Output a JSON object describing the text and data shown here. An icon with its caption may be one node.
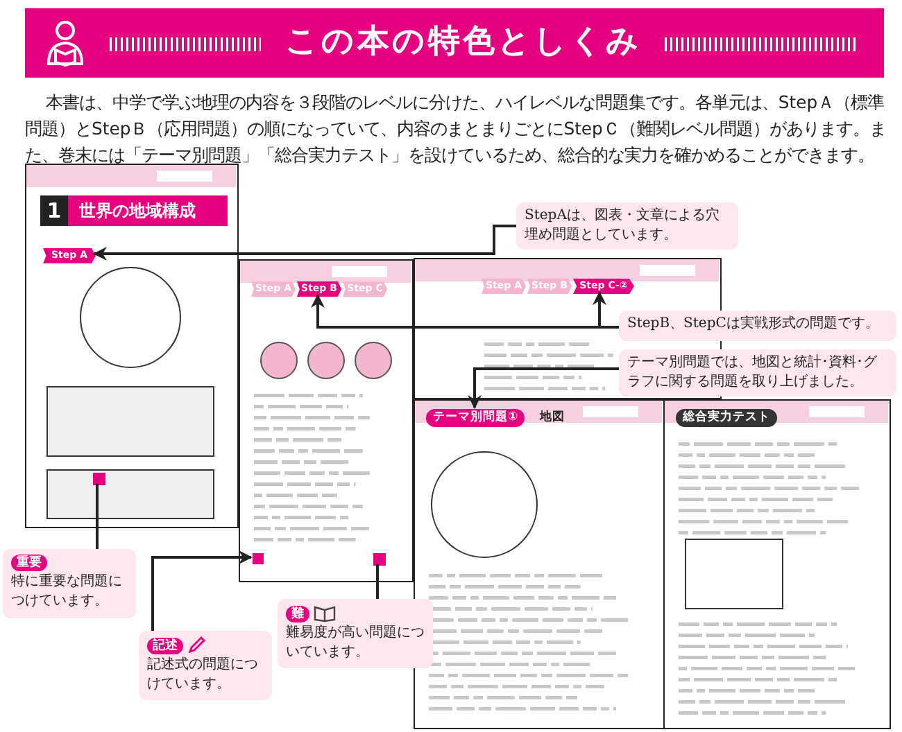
{
  "diagram": {
    "title": "この本の特色としくみ",
    "nodes": [
      {
        "text": [
          "1",
          "世界の地域構成"
        ]
      },
      {
        "text": [
          "Step A"
        ],
        "in": 0
      },
      {
        "text": [],
        "shape": "picture"
      },
      {
        "text": [
          "Step A"
        ],
        "in": 2
      },
      {
        "text": [
          "Step B"
        ],
        "in": 2
      },
      {
        "text": [
          "Step C"
        ],
        "in": 2
      },
      {
        "text": [],
        "shape": "picture"
      },
      {
        "text": [
          "Step A"
        ],
        "in": 6
      },
      {
        "text": [
          "Step B"
        ],
        "in": 6
      },
      {
        "text": [
          "Step C-②"
        ],
        "in": 6
      },
      {
        "text": [],
        "shape": "picture"
      },
      {
        "text": [
          "テーマ別問題①",
          "地図"
        ],
        "in": 10
      },
      {
        "text": [],
        "shape": "picture"
      },
      {
        "text": [
          "総合実力テスト"
        ],
        "in": 12
      },
      {
        "text": [
          "StepAは、図表・文章による穴埋め問題としています。"
        ]
      },
      {
        "text": [
          "StepB、StepCは実戦形式の問題です。"
        ]
      },
      {
        "text": [
          "テーマ別問題では、地図と統計･資料･グラフに関する問題を取り上げました。"
        ]
      },
      {
        "text": [
          "重要",
          "特に重要な問題につけています。"
        ]
      },
      {
        "text": [
          "記述",
          "記述式の問題につけています。"
        ]
      },
      {
        "text": [
          "難",
          "難易度が高い問題についています。"
        ]
      },
      {
        "text": [],
        "shape": "box",
        "in": 2
      },
      {
        "text": [],
        "shape": "box",
        "in": 2
      },
      {
        "text": [],
        "shape": "box",
        "in": 0
      }
    ],
    "edges": [
      {
        "from": 14,
        "to": 1,
        "arrow": "to"
      },
      {
        "from": 15,
        "to": 4,
        "arrow": "to"
      },
      {
        "from": 15,
        "to": 9,
        "arrow": "to"
      },
      {
        "from": 16,
        "to": 11,
        "arrow": "to"
      },
      {
        "from": 17,
        "to": 22,
        "arrow": "none"
      },
      {
        "from": 18,
        "to": 20,
        "arrow": "to"
      },
      {
        "from": 19,
        "to": 21,
        "arrow": "none"
      }
    ],
    "labels": [
      "本書は、中学で学ぶ地理の内容を３段階のレベルに分けた、ハイレベルな問題集です。各単元は、StepＡ（標準問題）とStepＢ（応用問題）の順になっていて、内容のまとまりごとにStepＣ（難関レベル問題）があります。また、巻末には「テーマ別問題」「総合実力テスト」を設けているため、総合的な実力を確かめることができます。"
    ]
  }
}
